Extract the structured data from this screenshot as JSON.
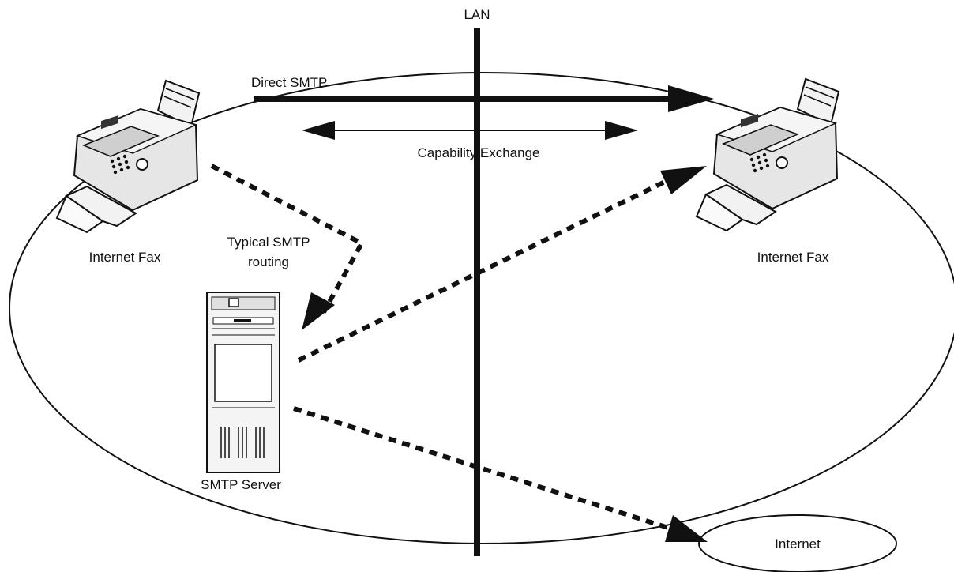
{
  "labels": {
    "lan": "LAN",
    "direct_smtp": "Direct SMTP",
    "capability_exchange": "Capability Exchange",
    "typical_smtp_line1": "Typical SMTP",
    "typical_smtp_line2": "routing",
    "internet_fax_left": "Internet Fax",
    "internet_fax_right": "Internet Fax",
    "smtp_server": "SMTP Server",
    "internet": "Internet"
  },
  "icons": {
    "left_device": "fax-machine-icon",
    "right_device": "fax-machine-icon",
    "server": "server-tower-icon"
  },
  "colors": {
    "ink": "#111111",
    "background": "#ffffff",
    "device_fill": "#e6e6e6"
  }
}
